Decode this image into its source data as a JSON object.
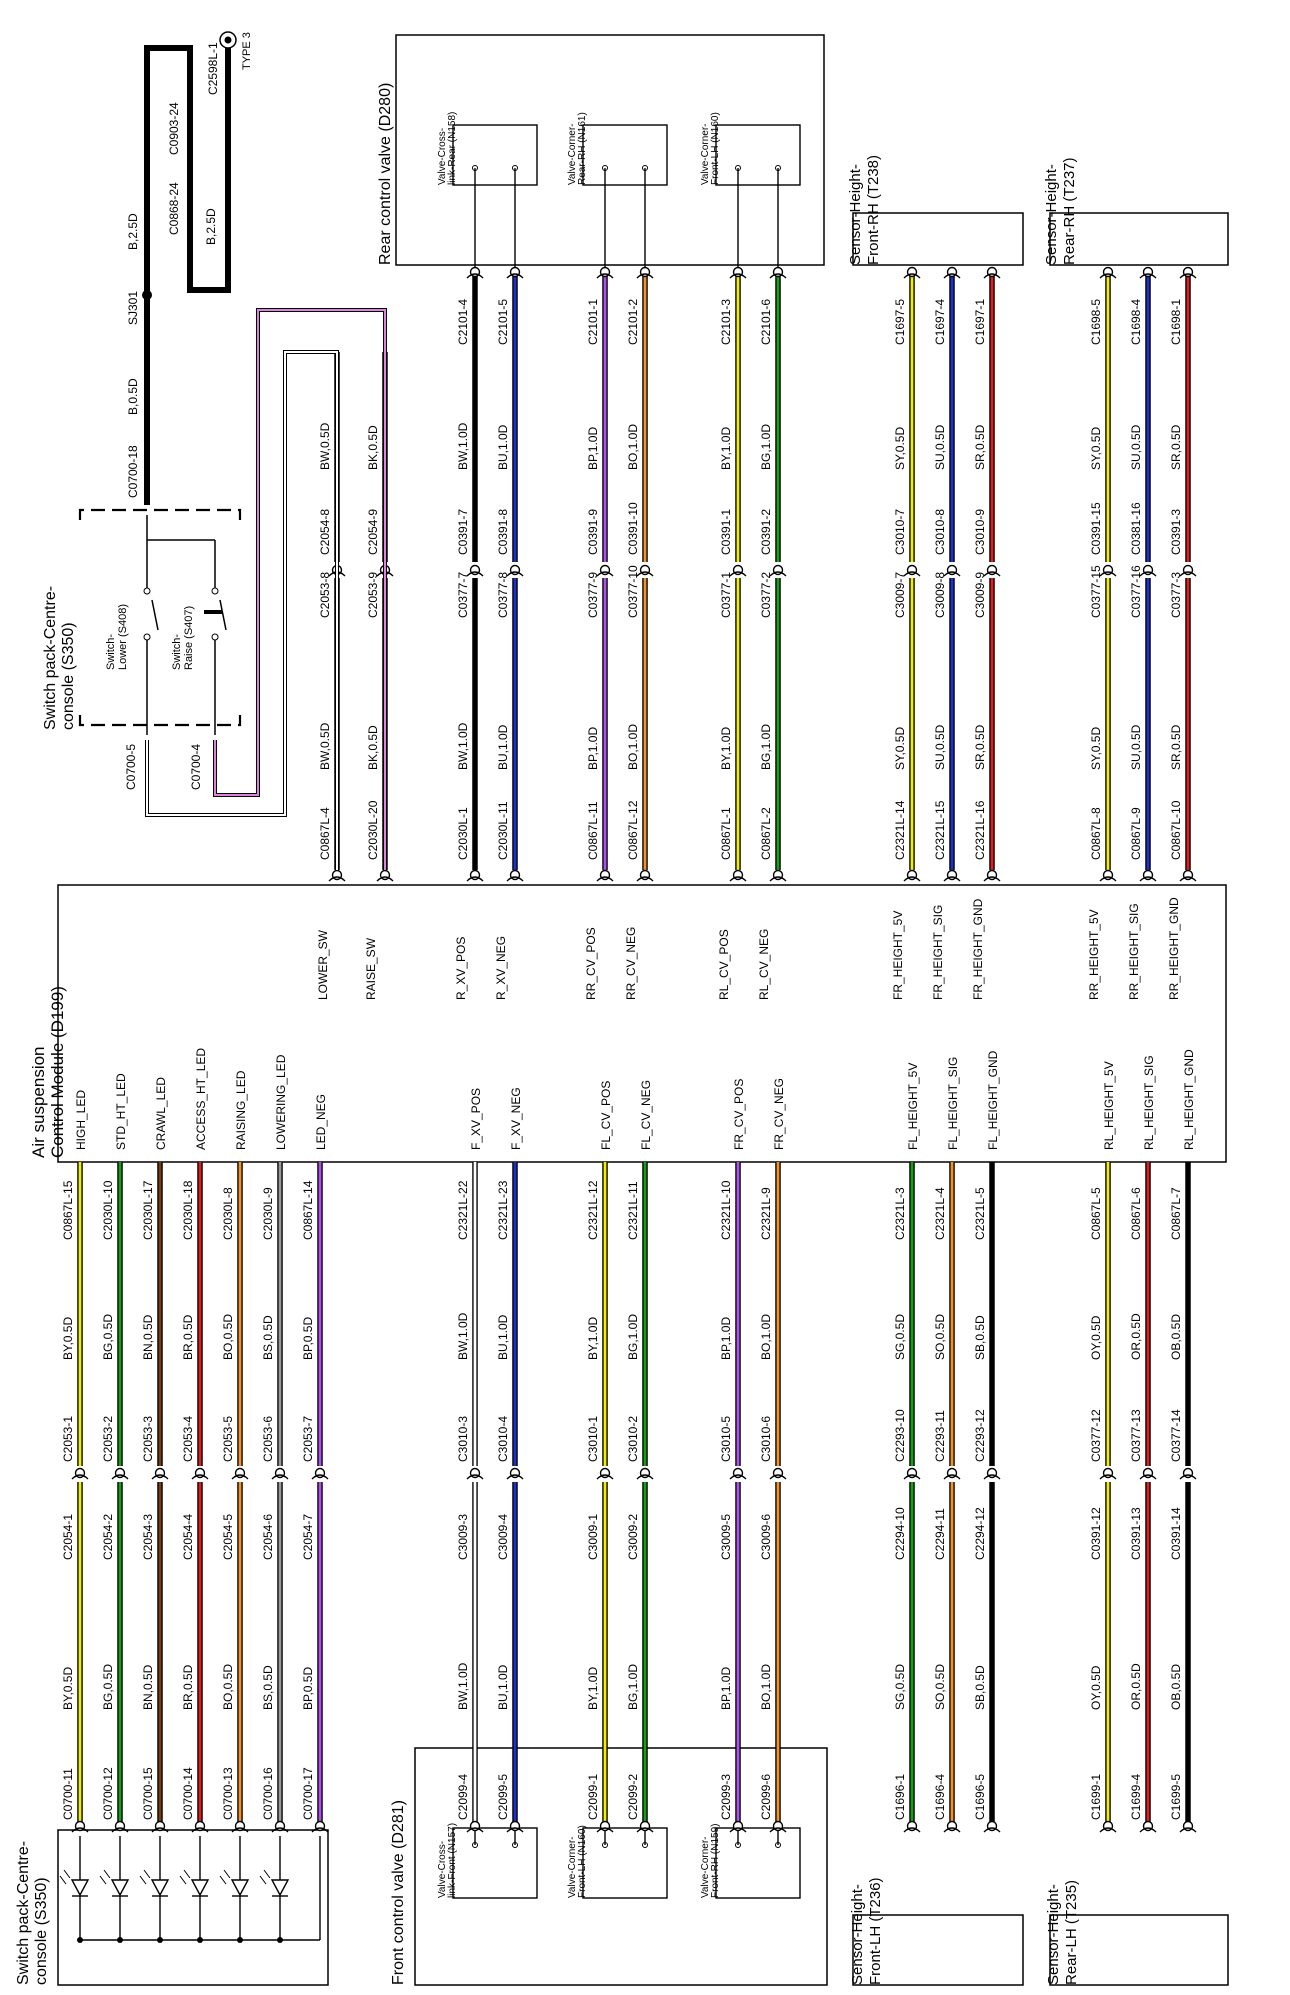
{
  "ecu": {
    "title_line1": "Air suspension",
    "title_line2": "Control Module (D199)",
    "pins": {
      "HIGH_LED": "HIGH_LED",
      "STD_HT_LED": "STD_HT_LED",
      "CRAWL_LED": "CRAWL_LED",
      "ACCESS_HT_LED": "ACCESS_HT_LED",
      "RAISING_LED": "RAISING_LED",
      "LOWERING_LED": "LOWERING_LED",
      "LED_NEG": "LED_NEG",
      "LOWER_SW": "LOWER_SW",
      "RAISE_SW": "RAISE_SW",
      "F_XV_POS": "F_XV_POS",
      "F_XV_NEG": "F_XV_NEG",
      "R_XV_POS": "R_XV_POS",
      "R_XV_NEG": "R_XV_NEG",
      "FL_CV_POS": "FL_CV_POS",
      "FL_CV_NEG": "FL_CV_NEG",
      "RR_CV_POS": "RR_CV_POS",
      "RR_CV_NEG": "RR_CV_NEG",
      "FR_CV_POS": "FR_CV_POS",
      "FR_CV_NEG": "FR_CV_NEG",
      "RL_CV_POS": "RL_CV_POS",
      "RL_CV_NEG": "RL_CV_NEG",
      "FL_HEIGHT_5V": "FL_HEIGHT_5V",
      "FL_HEIGHT_SIG": "FL_HEIGHT_SIG",
      "FL_HEIGHT_GND": "FL_HEIGHT_GND",
      "FR_HEIGHT_5V": "FR_HEIGHT_5V",
      "FR_HEIGHT_SIG": "FR_HEIGHT_SIG",
      "FR_HEIGHT_GND": "FR_HEIGHT_GND",
      "RL_HEIGHT_5V": "RL_HEIGHT_5V",
      "RL_HEIGHT_SIG": "RL_HEIGHT_SIG",
      "RL_HEIGHT_GND": "RL_HEIGHT_GND",
      "RR_HEIGHT_5V": "RR_HEIGHT_5V",
      "RR_HEIGHT_SIG": "RR_HEIGHT_SIG",
      "RR_HEIGHT_GND": "RR_HEIGHT_GND"
    }
  },
  "components": {
    "switch_pack_led": [
      "Switch pack-Centre-",
      "console (S350)"
    ],
    "switch_pack_sw": [
      "Switch pack-Centre-",
      "console (S350)"
    ],
    "switch_lower": [
      "Switch-",
      "Lower (S408)"
    ],
    "switch_raise": [
      "Switch-",
      "Raise (S407)"
    ],
    "front_valve": "Front control valve (D281)",
    "rear_valve": "Rear control valve (D280)",
    "valve_fxl": [
      "Valve-Cross-",
      "link-Front (N157)"
    ],
    "valve_fl": [
      "Valve-Corner-",
      "Front-LH (N160)"
    ],
    "valve_fr": [
      "Valve-Corner-",
      "Front-RH (N159)"
    ],
    "valve_rxl": [
      "Valve-Cross-",
      "link-Rear (N158)"
    ],
    "valve_rr": [
      "Valve-Corner-",
      "Rear-RH (N161)"
    ],
    "valve_rl": [
      "Valve-Corner-",
      "Front-LH (N160)"
    ],
    "sensor_fl": [
      "Sensor-Height-",
      "Front-LH (T236)"
    ],
    "sensor_rl": [
      "Sensor-Height-",
      "Rear-LH (T235)"
    ],
    "sensor_fr": [
      "Sensor-Height-",
      "Front-RH (T238)"
    ],
    "sensor_rr": [
      "Sensor-Height-",
      "Rear-RH (T237)"
    ],
    "ground_ref": "C2598L-1",
    "ground_type": "TYPE 3",
    "splice": "SJ301"
  },
  "colors": {
    "Y": "#f2ee00",
    "G": "#18a018",
    "N": "#7a3d12",
    "R": "#e02020",
    "O": "#f5902a",
    "S": "#9a9a9a",
    "P": "#b050f0",
    "U": "#1f2fd0",
    "W": "#ffffff",
    "K": "#000000",
    "B": "#000000"
  },
  "left_wires": [
    {
      "stripe": "Y",
      "c_ecu": "C0867L-15",
      "a2": "BY,0.5D",
      "cnt_r": "C2053-1",
      "cnt_l": "C2054-1",
      "a1": "BY,0.5D",
      "c_sw": "C0700-11"
    },
    {
      "stripe": "G",
      "c_ecu": "C2030L-10",
      "a2": "BG,0.5D",
      "cnt_r": "C2053-2",
      "cnt_l": "C2054-2",
      "a1": "BG,0.5D",
      "c_sw": "C0700-12"
    },
    {
      "stripe": "N",
      "c_ecu": "C2030L-17",
      "a2": "BN,0.5D",
      "cnt_r": "C2053-3",
      "cnt_l": "C2054-3",
      "a1": "BN,0.5D",
      "c_sw": "C0700-15"
    },
    {
      "stripe": "R",
      "c_ecu": "C2030L-18",
      "a2": "BR,0.5D",
      "cnt_r": "C2053-4",
      "cnt_l": "C2054-4",
      "a1": "BR,0.5D",
      "c_sw": "C0700-14"
    },
    {
      "stripe": "O",
      "c_ecu": "C2030L-8",
      "a2": "BO,0.5D",
      "cnt_r": "C2053-5",
      "cnt_l": "C2054-5",
      "a1": "BO,0.5D",
      "c_sw": "C0700-13"
    },
    {
      "stripe": "S",
      "c_ecu": "C2030L-9",
      "a2": "BS,0.5D",
      "cnt_r": "C2053-6",
      "cnt_l": "C2054-6",
      "a1": "BS,0.5D",
      "c_sw": "C0700-16"
    },
    {
      "stripe": "P",
      "c_ecu": "C0867L-14",
      "a2": "BP,0.5D",
      "cnt_r": "C2053-7",
      "cnt_l": "C2054-7",
      "a1": "BP,0.5D",
      "c_sw": "C0700-17"
    },
    {
      "stripe": "W",
      "c_ecu": "C2321L-22",
      "a2": "BW,1.0D",
      "cnt_r": "C3010-3",
      "cnt_l": "C3009-3",
      "a1": "BW,1.0D",
      "c_sw": "C2099-4"
    },
    {
      "stripe": "U",
      "c_ecu": "C2321L-23",
      "a2": "BU,1.0D",
      "cnt_r": "C3010-4",
      "cnt_l": "C3009-4",
      "a1": "BU,1.0D",
      "c_sw": "C2099-5"
    },
    {
      "stripe": "Y",
      "c_ecu": "C2321L-12",
      "a2": "BY,1.0D",
      "cnt_r": "C3010-1",
      "cnt_l": "C3009-1",
      "a1": "BY,1.0D",
      "c_sw": "C2099-1"
    },
    {
      "stripe": "G",
      "c_ecu": "C2321L-11",
      "a2": "BG,1.0D",
      "cnt_r": "C3010-2",
      "cnt_l": "C3009-2",
      "a1": "BG,1.0D",
      "c_sw": "C2099-2"
    },
    {
      "stripe": "P",
      "c_ecu": "C2321L-10",
      "a2": "BP,1.0D",
      "cnt_r": "C3010-5",
      "cnt_l": "C3009-5",
      "a1": "BP,1.0D",
      "c_sw": "C2099-3"
    },
    {
      "stripe": "O",
      "c_ecu": "C2321L-9",
      "a2": "BO,1.0D",
      "cnt_r": "C3010-6",
      "cnt_l": "C3009-6",
      "a1": "BO,1.0D",
      "c_sw": "C2099-6"
    },
    {
      "stripe": "G",
      "c_ecu": "C2321L-3",
      "a2": "SG,0.5D",
      "cnt_r": "C2293-10",
      "cnt_l": "C2294-10",
      "a1": "SG,0.5D",
      "c_sw": "C1696-1"
    },
    {
      "stripe": "O",
      "c_ecu": "C2321L-4",
      "a2": "SO,0.5D",
      "cnt_r": "C2293-11",
      "cnt_l": "C2294-11",
      "a1": "SO,0.5D",
      "c_sw": "C1696-4"
    },
    {
      "stripe": "K",
      "c_ecu": "C2321L-5",
      "a2": "SB,0.5D",
      "cnt_r": "C2293-12",
      "cnt_l": "C2294-12",
      "a1": "SB,0.5D",
      "c_sw": "C1696-5"
    },
    {
      "stripe": "Y",
      "c_ecu": "C0867L-5",
      "a2": "OY,0.5D",
      "cnt_r": "C0377-12",
      "cnt_l": "C0391-12",
      "a1": "OY,0.5D",
      "c_sw": "C1699-1"
    },
    {
      "stripe": "R",
      "c_ecu": "C0867L-6",
      "a2": "OR,0.5D",
      "cnt_r": "C0377-13",
      "cnt_l": "C0391-13",
      "a1": "OR,0.5D",
      "c_sw": "C1699-4"
    },
    {
      "stripe": "K",
      "c_ecu": "C0867L-7",
      "a2": "OB,0.5D",
      "cnt_r": "C0377-14",
      "cnt_l": "C0391-14",
      "a1": "OB,0.5D",
      "c_sw": "C1699-5"
    }
  ],
  "right_wires": [
    {
      "stripe": "W",
      "c_ecu": "C0867L-4",
      "a1": "BW,0.5D",
      "cnt_l": "C2053-8",
      "cnt_r": "C2054-8",
      "a2": "BW,0.5D",
      "c_far": ""
    },
    {
      "stripe": "P",
      "c_ecu": "C2030L-20",
      "a1": "BK,0.5D",
      "cnt_l": "C2053-9",
      "cnt_r": "C2054-9",
      "a2": "BK,0.5D",
      "c_far": ""
    },
    {
      "stripe": "K",
      "c_ecu": "C2030L-1",
      "a1": "BW,1.0D",
      "cnt_l": "C0377-7",
      "cnt_r": "C0391-7",
      "a2": "BW,1.0D",
      "c_far": "C2101-4"
    },
    {
      "stripe": "U",
      "c_ecu": "C2030L-11",
      "a1": "BU,1.0D",
      "cnt_l": "C0377-8",
      "cnt_r": "C0391-8",
      "a2": "BU,1.0D",
      "c_far": "C2101-5"
    },
    {
      "stripe": "P",
      "c_ecu": "C0867L-11",
      "a1": "BP,1.0D",
      "cnt_l": "C0377-9",
      "cnt_r": "C0391-9",
      "a2": "BP,1.0D",
      "c_far": "C2101-1"
    },
    {
      "stripe": "O",
      "c_ecu": "C0867L-12",
      "a1": "BO,1.0D",
      "cnt_l": "C0377-10",
      "cnt_r": "C0391-10",
      "a2": "BO,1.0D",
      "c_far": "C2101-2"
    },
    {
      "stripe": "Y",
      "c_ecu": "C0867L-1",
      "a1": "BY,1.0D",
      "cnt_l": "C0377-1",
      "cnt_r": "C0391-1",
      "a2": "BY,1.0D",
      "c_far": "C2101-3"
    },
    {
      "stripe": "G",
      "c_ecu": "C0867L-2",
      "a1": "BG,1.0D",
      "cnt_l": "C0377-2",
      "cnt_r": "C0391-2",
      "a2": "BG,1.0D",
      "c_far": "C2101-6"
    },
    {
      "stripe": "Y",
      "c_ecu": "C2321L-14",
      "a1": "SY,0.5D",
      "cnt_l": "C3009-7",
      "cnt_r": "C3010-7",
      "a2": "SY,0.5D",
      "c_far": "C1697-5"
    },
    {
      "stripe": "U",
      "c_ecu": "C2321L-15",
      "a1": "SU,0.5D",
      "cnt_l": "C3009-8",
      "cnt_r": "C3010-8",
      "a2": "SU,0.5D",
      "c_far": "C1697-4"
    },
    {
      "stripe": "R",
      "c_ecu": "C2321L-16",
      "a1": "SR,0.5D",
      "cnt_l": "C3009-9",
      "cnt_r": "C3010-9",
      "a2": "SR,0.5D",
      "c_far": "C1697-1"
    },
    {
      "stripe": "Y",
      "c_ecu": "C0867L-8",
      "a1": "SY,0.5D",
      "cnt_l": "C0377-15",
      "cnt_r": "C0391-15",
      "a2": "SY,0.5D",
      "c_far": "C1698-5"
    },
    {
      "stripe": "U",
      "c_ecu": "C0867L-9",
      "a1": "SU,0.5D",
      "cnt_l": "C0377-16",
      "cnt_r": "C0381-16",
      "a2": "SU,0.5D",
      "c_far": "C1698-4"
    },
    {
      "stripe": "R",
      "c_ecu": "C0867L-10",
      "a1": "SR,0.5D",
      "cnt_l": "C0377-3",
      "cnt_r": "C0391-3",
      "a2": "SR,0.5D",
      "c_far": "C1698-1"
    }
  ],
  "power": {
    "c0700_18": "C0700-18",
    "b05": "B,0.5D",
    "b25": "B,2.5D",
    "b25b": "B,2.5D",
    "c0868": "C0868-24",
    "c0903": "C0903-24",
    "c0700_5": "C0700-5",
    "c0700_4": "C0700-4"
  }
}
